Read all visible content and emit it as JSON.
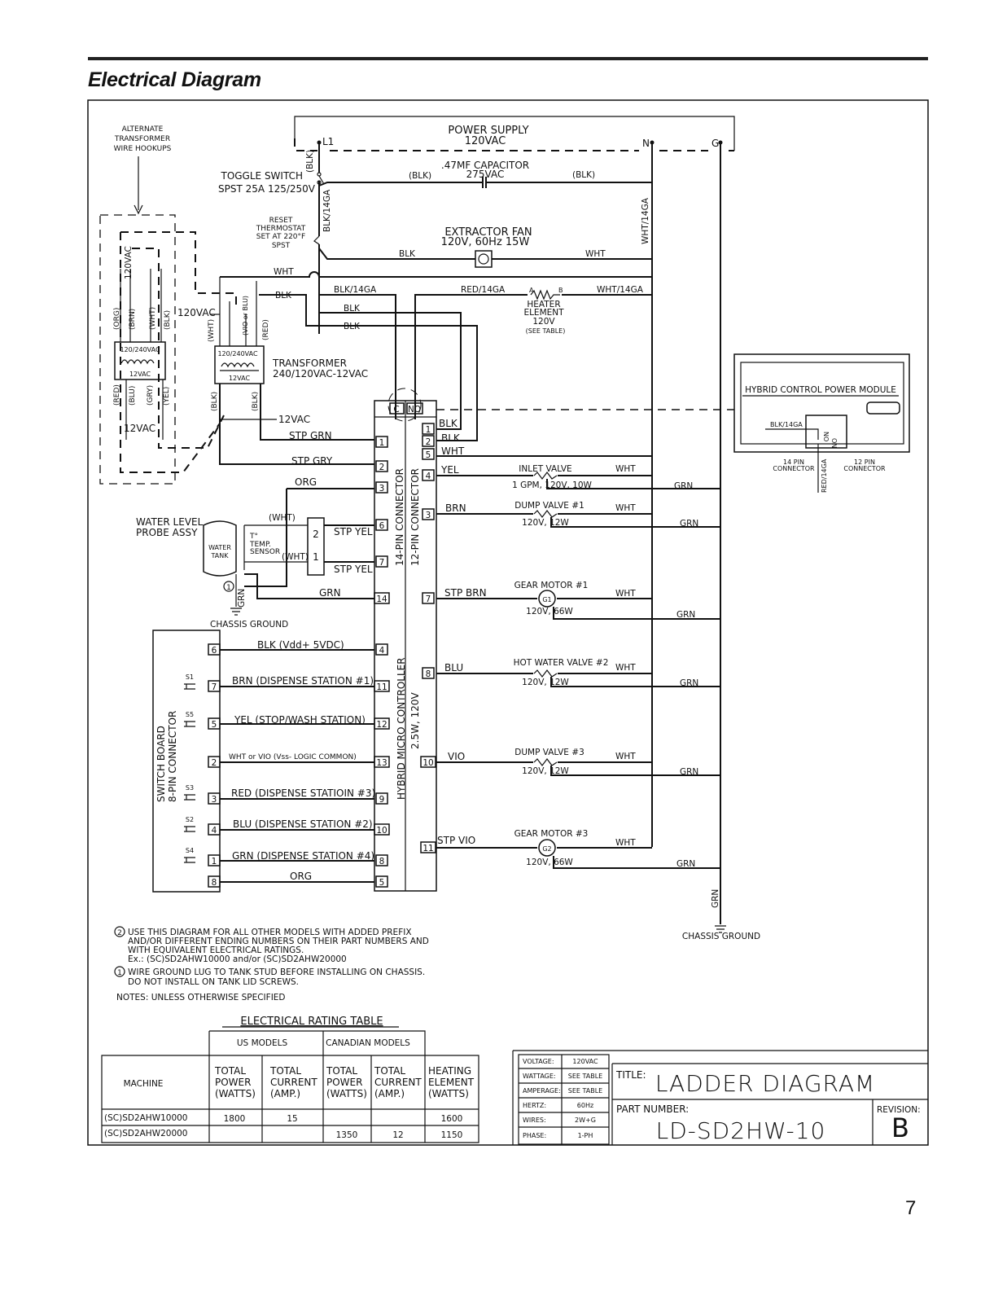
{
  "page": {
    "title": "Electrical Diagram",
    "page_number": "7"
  },
  "power": {
    "supply": "POWER SUPPLY",
    "voltage": "120VAC",
    "l1": "L1",
    "n": "N",
    "g": "G"
  },
  "top_components": {
    "toggle_switch": [
      "TOGGLE SWITCH",
      "SPST 25A 125/250V"
    ],
    "capacitor": [
      ".47MF CAPACITOR",
      "275VAC"
    ],
    "thermostat": [
      "RESET",
      "THERMOSTAT",
      "SET AT 220°F",
      "SPST"
    ],
    "fan": [
      "EXTRACTOR FAN",
      "120V, 60Hz 15W"
    ],
    "heater": [
      "HEATER",
      "ELEMENT",
      "120V",
      "(SEE TABLE)"
    ],
    "heater_terminals": [
      "A",
      "B"
    ],
    "transformer": [
      "TRANSFORMER",
      "240/120VAC-12VAC"
    ],
    "alt_transformer": [
      "ALTERNATE",
      "TRANSFORMER",
      "WIRE HOOKUPS"
    ],
    "coil_label": "120/240VAC",
    "coil_sec": "12VAC",
    "voltage_120": "120VAC",
    "voltage_12": "12VAC"
  },
  "wire_labels": {
    "blk": "BLK",
    "blk_p": "(BLK)",
    "wht": "WHT",
    "blk14": "BLK/14GA",
    "red14": "RED/14GA",
    "wht14": "WHT/14GA",
    "grn": "GRN",
    "org_p": "(ORG)",
    "brn_p": "(BRN)",
    "wht_p": "(WHT)",
    "red_p": "(RED)",
    "blu_p": "(BLU)",
    "gry_p": "(GRY)",
    "yel_p": "(YEL)",
    "vio_blu_p": "(VIO or BLU)"
  },
  "controller": {
    "name": [
      "HYBRID MICRO CONTROLLER",
      "2.5W, 120V"
    ],
    "conn14": "14-PIN CONNECTOR",
    "conn12": "12-PIN CONNECTOR",
    "c": "C",
    "no": "NO"
  },
  "left_pins": [
    {
      "pin": "1",
      "wire": "STP GRN"
    },
    {
      "pin": "2",
      "wire": "STP GRY"
    },
    {
      "pin": "3",
      "wire": "ORG"
    },
    {
      "pin": "6",
      "wire": "STP YEL"
    },
    {
      "pin": "7",
      "wire": "STP YEL"
    },
    {
      "pin": "14",
      "wire": "GRN"
    },
    {
      "pin": "4",
      "wire": "BLK (Vdd+ 5VDC)"
    },
    {
      "pin": "11",
      "wire": "BRN (DISPENSE STATION #1)"
    },
    {
      "pin": "12",
      "wire": "YEL (STOP/WASH STATION)"
    },
    {
      "pin": "13",
      "wire": "WHT or VIO (Vss- LOGIC COMMON)"
    },
    {
      "pin": "9",
      "wire": "RED (DISPENSE STATIOIN #3)"
    },
    {
      "pin": "10",
      "wire": "BLU (DISPENSE STATION #2)"
    },
    {
      "pin": "8",
      "wire": "GRN (DISPENSE STATION #4)"
    },
    {
      "pin": "5",
      "wire": "ORG"
    }
  ],
  "right_pins": [
    {
      "pin": "1",
      "wire": "BLK"
    },
    {
      "pin": "2",
      "wire": "BLK"
    },
    {
      "pin": "5",
      "wire": "WHT"
    },
    {
      "pin": "4",
      "wire": "YEL"
    },
    {
      "pin": "3",
      "wire": "BRN"
    },
    {
      "pin": "7",
      "wire": "STP BRN"
    },
    {
      "pin": "8",
      "wire": "BLU"
    },
    {
      "pin": "10",
      "wire": "VIO"
    },
    {
      "pin": "11",
      "wire": "STP VIO"
    }
  ],
  "loads": [
    {
      "name": "INLET VALVE",
      "rating": "1 GPM, 120V, 10W"
    },
    {
      "name": "DUMP VALVE #1",
      "rating": "120V, 12W"
    },
    {
      "name": "GEAR MOTOR #1",
      "rating": "120V, 66W",
      "symbol": "G1"
    },
    {
      "name": "HOT WATER VALVE #2",
      "rating": "120V, 12W"
    },
    {
      "name": "DUMP VALVE #3",
      "rating": "120V, 12W"
    },
    {
      "name": "GEAR MOTOR #3",
      "rating": "120V, 66W",
      "symbol": "G2"
    }
  ],
  "probe": {
    "name": [
      "WATER LEVEL",
      "PROBE ASSY"
    ],
    "tank": [
      "WATER",
      "TANK"
    ],
    "sensor": [
      "TEMP.",
      "SENSOR"
    ],
    "t": "T°",
    "pin1": "1",
    "pin2": "2",
    "chassis_ground": "CHASSIS GROUND",
    "note_marker": "1"
  },
  "switch_board": {
    "title": [
      "SWITCH BOARD",
      "8-PIN CONNECTOR"
    ],
    "pins": [
      "6",
      "7",
      "5",
      "2",
      "3",
      "4",
      "1",
      "8"
    ],
    "switches": [
      "S1",
      "S5",
      "S3",
      "S2",
      "S4"
    ]
  },
  "power_module": {
    "title": "HYBRID CONTROL POWER MODULE",
    "pin14": [
      "14 PIN",
      "CONNECTOR"
    ],
    "pin12": [
      "12 PIN",
      "CONNECTOR"
    ],
    "no": "NO",
    "on": "ON",
    "blk14": "BLK/14GA",
    "red14": "RED/14GA"
  },
  "chassis_ground_right": "CHASSIS GROUND",
  "notes": [
    "USE THIS DIAGRAM FOR ALL OTHER MODELS WITH ADDED PREFIX",
    "AND/OR DIFFERENT ENDING NUMBERS ON THEIR PART NUMBERS AND",
    "WITH EQUIVALENT ELECTRICAL RATINGS.",
    "Ex.: (SC)SD2AHW10000 and/or (SC)SD2AHW20000",
    "WIRE GROUND LUG TO TANK STUD BEFORE INSTALLING ON CHASSIS.",
    "DO NOT INSTALL ON TANK LID SCREWS.",
    "NOTES: UNLESS OTHERWISE SPECIFIED"
  ],
  "note_markers": [
    "2",
    "1"
  ],
  "rating_table": {
    "title": "ELECTRICAL RATING TABLE",
    "group_us": "US MODELS",
    "group_ca": "CANADIAN MODELS",
    "machine": "MACHINE",
    "headers": [
      [
        "TOTAL",
        "POWER",
        "(WATTS)"
      ],
      [
        "TOTAL",
        "CURRENT",
        "(AMP.)"
      ],
      [
        "TOTAL",
        "POWER",
        "(WATTS)"
      ],
      [
        "TOTAL",
        "CURRENT",
        "(AMP.)"
      ],
      [
        "HEATING",
        "ELEMENT",
        "(WATTS)"
      ]
    ],
    "rows": [
      {
        "model": "(SC)SD2AHW10000",
        "cells": [
          "1800",
          "15",
          "",
          "",
          "1600"
        ]
      },
      {
        "model": "(SC)SD2AHW20000",
        "cells": [
          "",
          "",
          "1350",
          "12",
          "1150"
        ]
      }
    ]
  },
  "spec_table": [
    {
      "label": "VOLTAGE:",
      "value": "120VAC"
    },
    {
      "label": "WATTAGE:",
      "value": "SEE TABLE"
    },
    {
      "label": "AMPERAGE:",
      "value": "SEE TABLE"
    },
    {
      "label": "HERTZ:",
      "value": "60Hz"
    },
    {
      "label": "WIRES:",
      "value": "2W+G"
    },
    {
      "label": "PHASE:",
      "value": "1-PH"
    }
  ],
  "title_block": {
    "title_label": "TITLE:",
    "title": "LADDER DIAGRAM",
    "part_label": "PART NUMBER:",
    "part": "LD-SD2HW-10",
    "rev_label": "REVISION:",
    "rev": "B"
  }
}
